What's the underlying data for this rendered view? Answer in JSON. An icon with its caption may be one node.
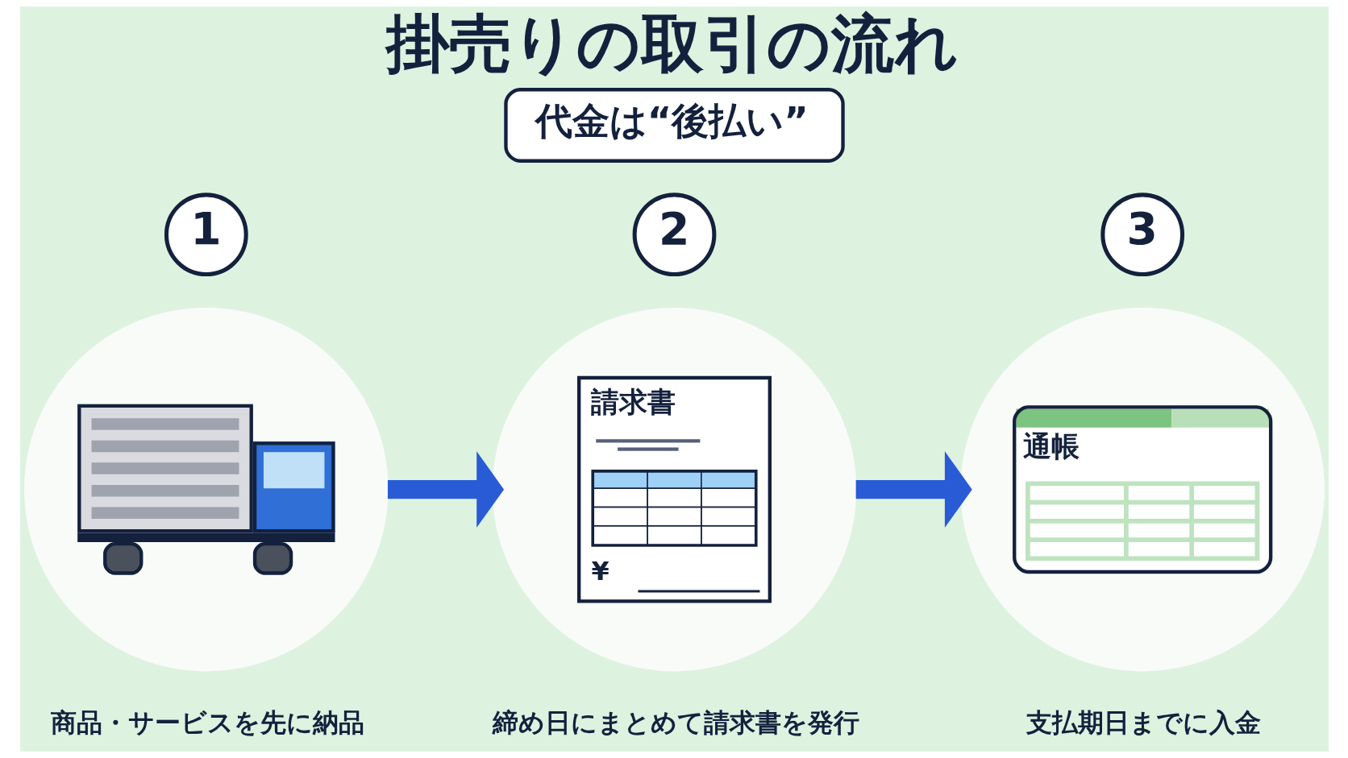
{
  "diagram": {
    "title": "掛売りの取引の流れ",
    "nodes": [
      {
        "text": [
          "代金は“後払い”"
        ]
      },
      {
        "text": [
          "1"
        ]
      },
      {
        "text": [
          "2"
        ]
      },
      {
        "text": [
          "3"
        ]
      },
      {
        "text": [],
        "shape": "circle",
        "beside": [
          "商品・サービスを先に納品"
        ]
      },
      {
        "text": [
          "請求書",
          "¥"
        ],
        "beside": [
          "締め日にまとめて請求書を発行"
        ]
      },
      {
        "text": [
          "通帳"
        ],
        "beside": [
          "支払期日までに入金"
        ]
      }
    ],
    "edges": [
      {
        "from": 4,
        "to": 5,
        "arrow": "to"
      },
      {
        "from": 5,
        "to": 6,
        "arrow": "to"
      }
    ]
  }
}
